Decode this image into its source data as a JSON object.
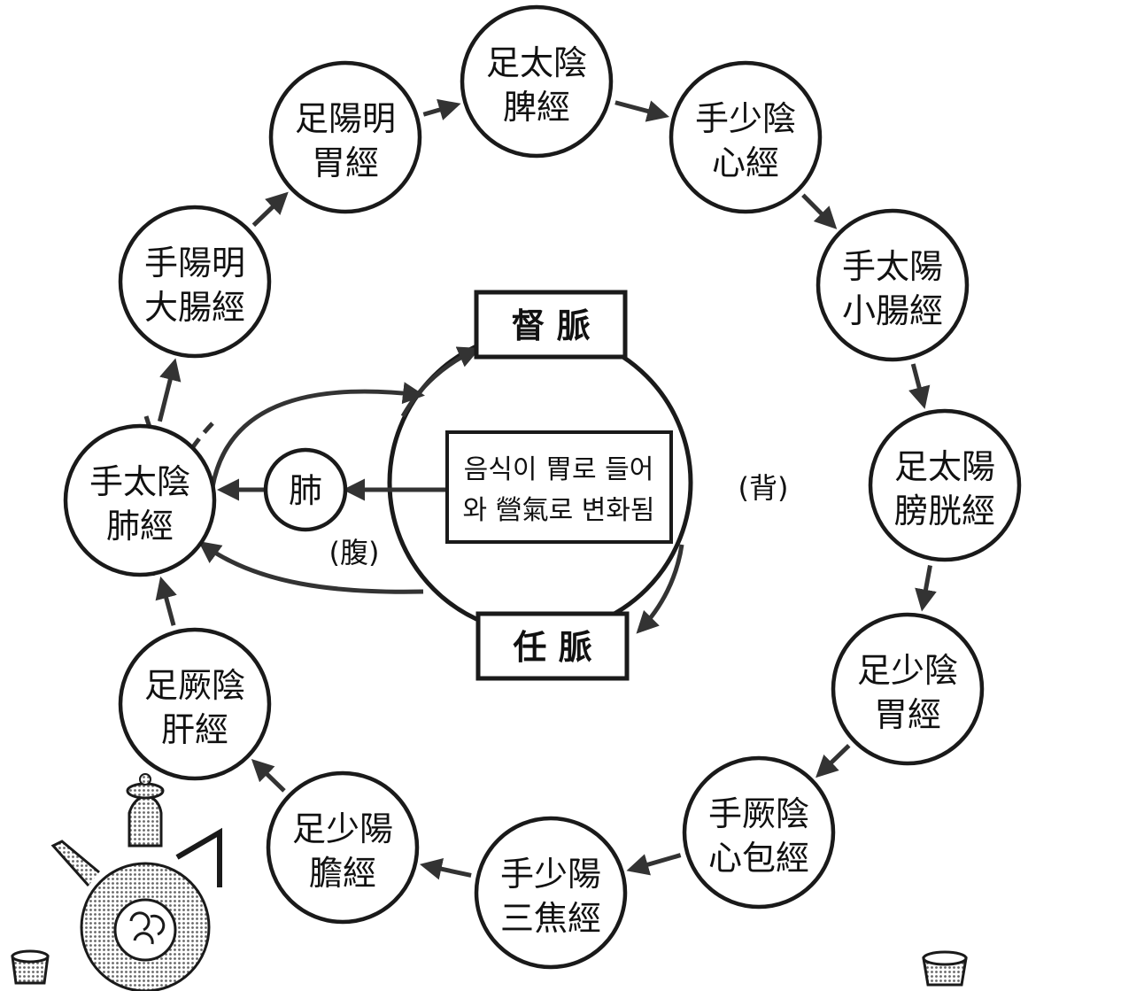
{
  "colors": {
    "ink": "#1a1a1a",
    "paper": "#ffffff",
    "pattern": "#666666"
  },
  "meridians": [
    {
      "id": "lung",
      "line1": "手太陰",
      "line2": "肺經"
    },
    {
      "id": "large-intestine",
      "line1": "手陽明",
      "line2": "大腸經"
    },
    {
      "id": "stomach",
      "line1": "足陽明",
      "line2": "胃經"
    },
    {
      "id": "spleen",
      "line1": "足太陰",
      "line2": "脾經"
    },
    {
      "id": "heart",
      "line1": "手少陰",
      "line2": "心經"
    },
    {
      "id": "small-intestine",
      "line1": "手太陽",
      "line2": "小腸經"
    },
    {
      "id": "bladder",
      "line1": "足太陽",
      "line2": "膀胱經"
    },
    {
      "id": "kidney",
      "line1": "足少陰",
      "line2": "胃經"
    },
    {
      "id": "pericardium",
      "line1": "手厥陰",
      "line2": "心包經"
    },
    {
      "id": "triple-burner",
      "line1": "手少陽",
      "line2": "三焦經"
    },
    {
      "id": "gallbladder",
      "line1": "足少陽",
      "line2": "膽經"
    },
    {
      "id": "liver",
      "line1": "足厥陰",
      "line2": "肝經"
    }
  ],
  "center": {
    "governor_vessel": "督  脈",
    "conception_vessel": "任  脈",
    "note_line1": "음식이 胃로 들어",
    "note_line2": "와 營氣로 변화됨",
    "lung_organ": "肺",
    "back_label": "(背)",
    "abdomen_label": "(腹)"
  },
  "icons": [
    "wine-pot-icon",
    "wine-cup-icon"
  ]
}
